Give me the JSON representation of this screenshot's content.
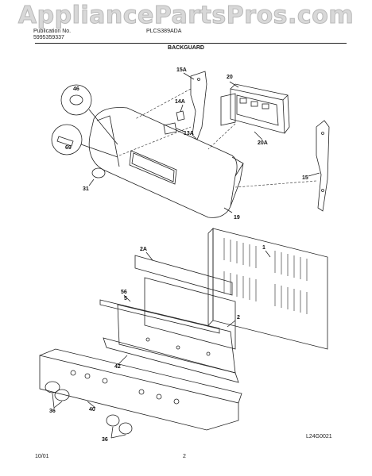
{
  "watermark": "AppliancePartsPros.com",
  "header": {
    "publication_label": "Publication No.",
    "publication_no": "5995359337",
    "model": "PLCS389ADA"
  },
  "section_title": "BACKGUARD",
  "footer": {
    "date": "10/01",
    "page": "2",
    "drawing_code": "L24G0021"
  },
  "part_numbers": {
    "p46": "46",
    "p69": "69",
    "p31": "31",
    "p15A": "15A",
    "p14A": "14A",
    "p13A": "13A",
    "p20": "20",
    "p20A": "20A",
    "p15": "15",
    "p19": "19",
    "p2A": "2A",
    "p1": "1",
    "p56": "56",
    "p5": "5",
    "p2": "2",
    "p42": "42",
    "p36a": "36",
    "p40": "40",
    "p36b": "36"
  }
}
